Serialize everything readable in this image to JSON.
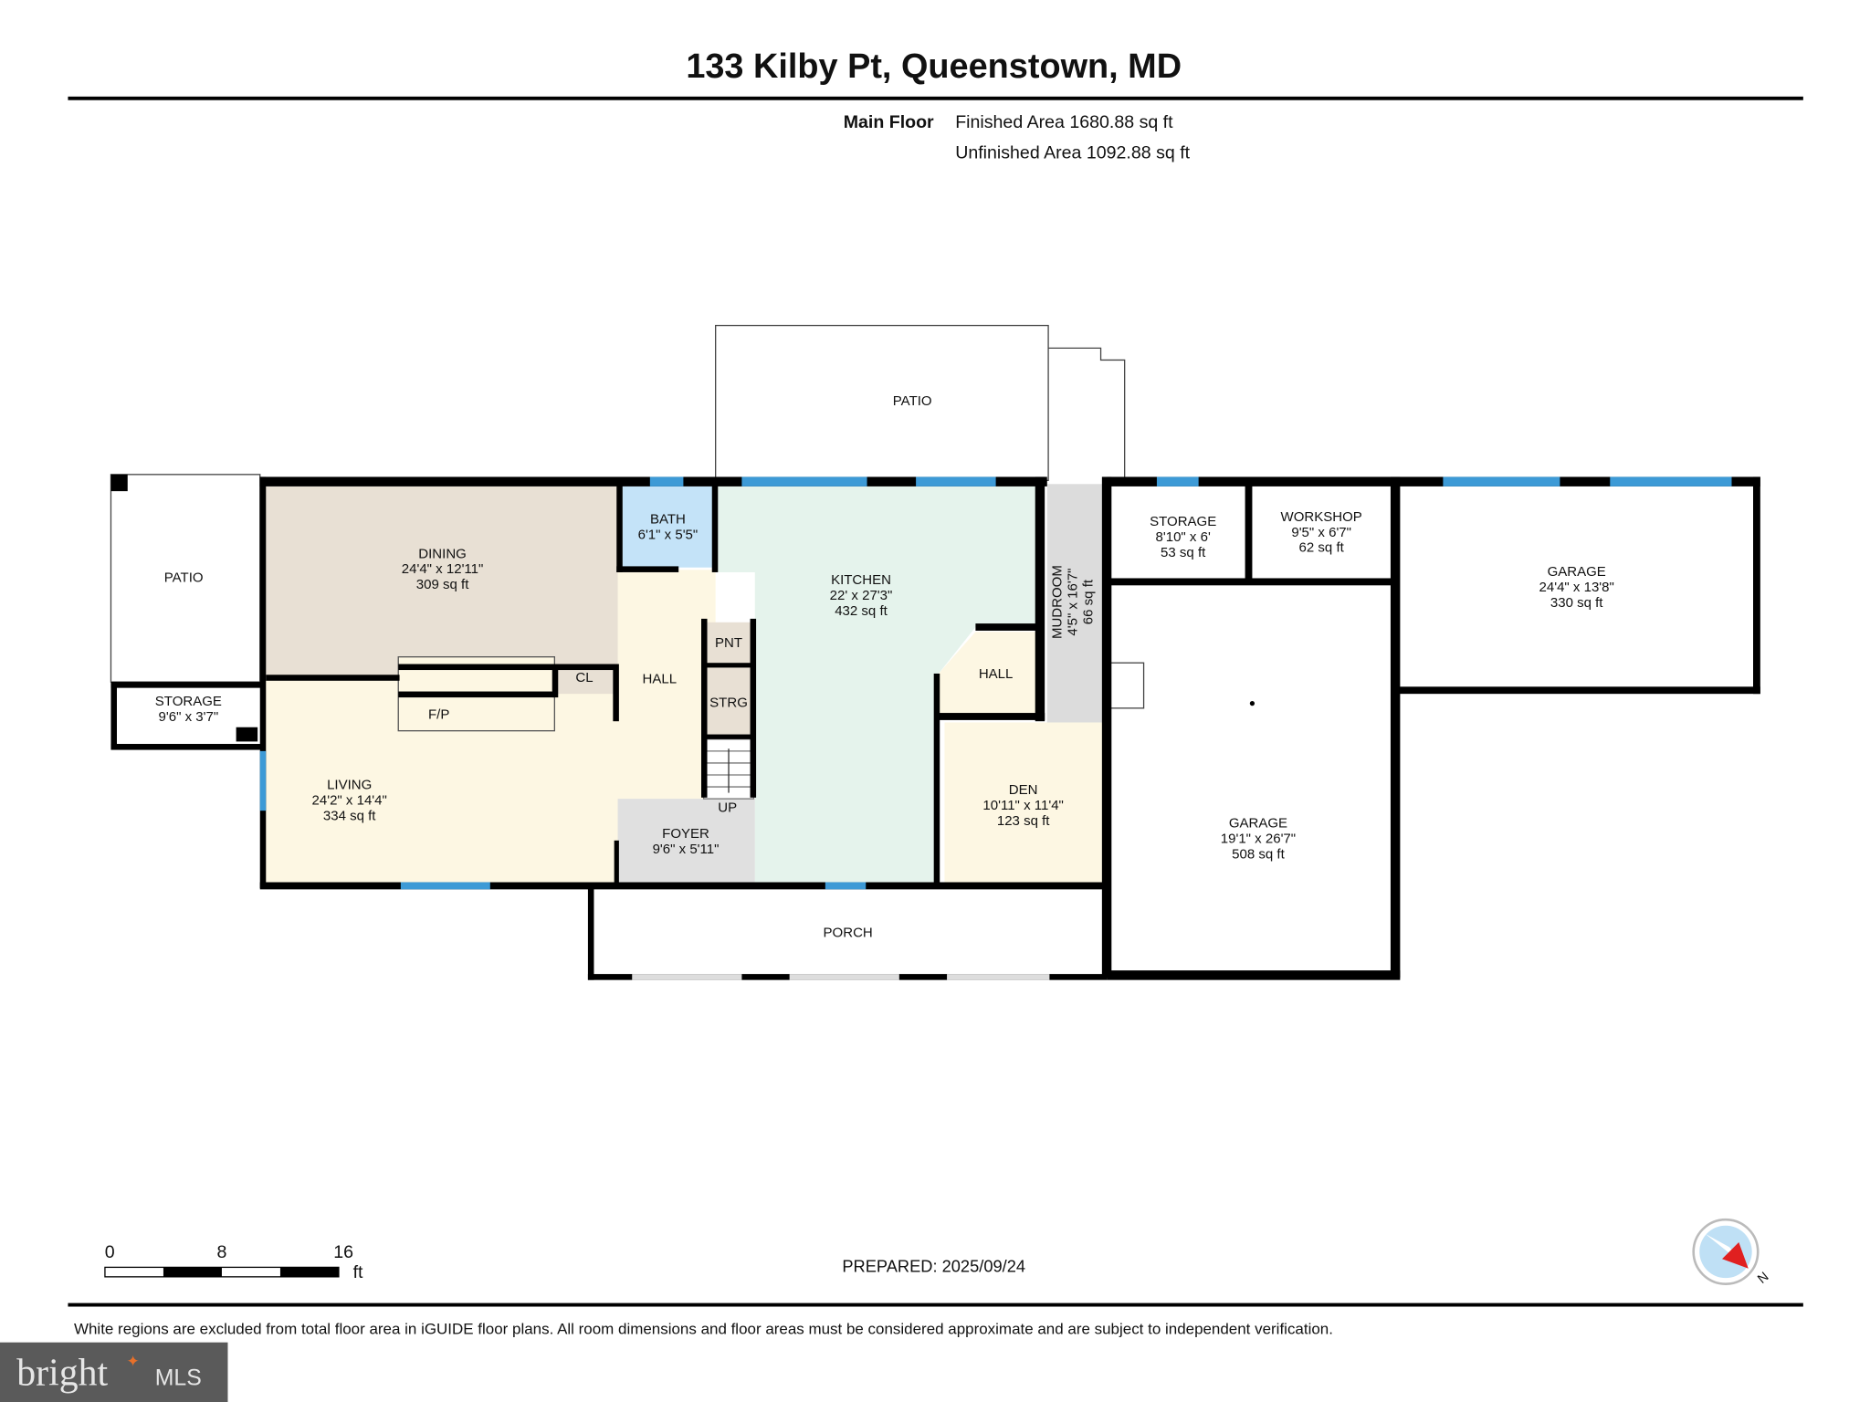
{
  "header": {
    "title": "133 Kilby Pt, Queenstown, MD",
    "floor_label": "Main Floor",
    "finished_area": "Finished Area 1680.88 sq ft",
    "unfinished_area": "Unfinished Area 1092.88 sq ft"
  },
  "rooms": {
    "patio_top": {
      "name": "PATIO"
    },
    "patio_left": {
      "name": "PATIO"
    },
    "storage_left": {
      "name": "STORAGE",
      "dims": "9'6\" x 3'7\""
    },
    "dining": {
      "name": "DINING",
      "dims": "24'4\" x 12'11\"",
      "area": "309 sq ft"
    },
    "living": {
      "name": "LIVING",
      "dims": "24'2\" x 14'4\"",
      "area": "334 sq ft"
    },
    "fireplace": {
      "name": "F/P"
    },
    "closet": {
      "name": "CL"
    },
    "hall": {
      "name": "HALL"
    },
    "bath": {
      "name": "BATH",
      "dims": "6'1\" x 5'5\""
    },
    "pantry": {
      "name": "PNT"
    },
    "strg": {
      "name": "STRG"
    },
    "stairs": {
      "name": "UP"
    },
    "foyer": {
      "name": "FOYER",
      "dims": "9'6\" x 5'11\""
    },
    "kitchen": {
      "name": "KITCHEN",
      "dims": "22' x 27'3\"",
      "area": "432 sq ft"
    },
    "hall2": {
      "name": "HALL"
    },
    "mudroom": {
      "name": "MUDROOM",
      "dims": "4'5\" x 16'7\"",
      "area": "66 sq ft"
    },
    "den": {
      "name": "DEN",
      "dims": "10'11\" x 11'4\"",
      "area": "123 sq ft"
    },
    "porch": {
      "name": "PORCH"
    },
    "storage_right": {
      "name": "STORAGE",
      "dims": "8'10\" x 6'",
      "area": "53 sq ft"
    },
    "workshop": {
      "name": "WORKSHOP",
      "dims": "9'5\" x 6'7\"",
      "area": "62 sq ft"
    },
    "garage_small": {
      "name": "GARAGE",
      "dims": "24'4\" x 13'8\"",
      "area": "330 sq ft"
    },
    "garage_large": {
      "name": "GARAGE",
      "dims": "19'1\" x 26'7\"",
      "area": "508 sq ft"
    }
  },
  "colors": {
    "dining": "#e8e0d4",
    "living": "#fdf7e3",
    "bath": "#c4e3f8",
    "kitchen": "#e5f3ec",
    "service": "#e0e0e0",
    "closet": "#e8e0d4",
    "window": "#3d9ad6",
    "compass_needle": "#e02020"
  },
  "footer": {
    "scale_labels": [
      "0",
      "8",
      "16"
    ],
    "scale_unit": "ft",
    "prepared": "PREPARED: 2025/09/24",
    "compass_label": "N",
    "disclaimer": "White regions are excluded from total floor area in iGUIDE floor plans. All room dimensions and floor areas must be considered approximate and are subject to independent verification.",
    "logo_text": "bright MLS"
  }
}
